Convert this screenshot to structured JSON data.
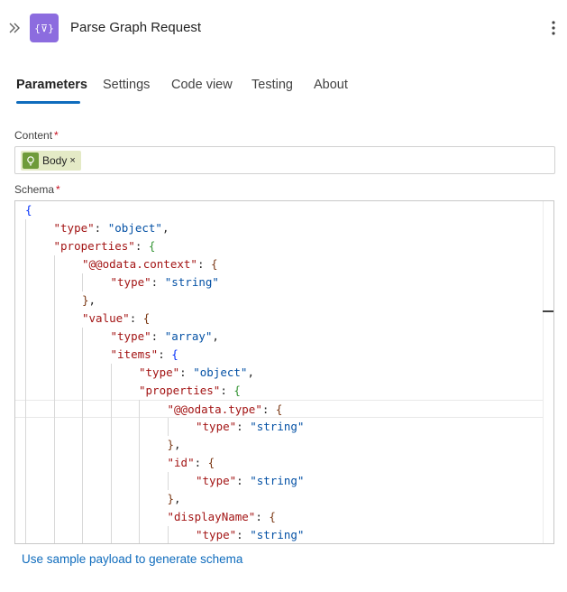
{
  "header": {
    "title": "Parse Graph Request",
    "icon": "parse-json-icon",
    "accent_color": "#8c6cdf"
  },
  "tabs": [
    {
      "label": "Parameters",
      "active": true
    },
    {
      "label": "Settings",
      "active": false
    },
    {
      "label": "Code view",
      "active": false
    },
    {
      "label": "Testing",
      "active": false
    },
    {
      "label": "About",
      "active": false
    }
  ],
  "content_field": {
    "label": "Content",
    "required_mark": "*",
    "token": {
      "label": "Body",
      "remove": "×",
      "icon": "trigger-icon",
      "color": "#6f9b3a"
    }
  },
  "schema_field": {
    "label": "Schema",
    "required_mark": "*",
    "current_line_index": 11,
    "lines": [
      {
        "indent": 0,
        "parts": [
          {
            "t": "{",
            "c": "t-b1"
          }
        ]
      },
      {
        "indent": 1,
        "parts": [
          {
            "t": "\"type\"",
            "c": "t-key"
          },
          {
            "t": ": ",
            "c": "t-p"
          },
          {
            "t": "\"object\"",
            "c": "t-str"
          },
          {
            "t": ",",
            "c": "t-p"
          }
        ]
      },
      {
        "indent": 1,
        "parts": [
          {
            "t": "\"properties\"",
            "c": "t-key"
          },
          {
            "t": ": ",
            "c": "t-p"
          },
          {
            "t": "{",
            "c": "t-b2"
          }
        ]
      },
      {
        "indent": 2,
        "parts": [
          {
            "t": "\"@@odata.context\"",
            "c": "t-key"
          },
          {
            "t": ": ",
            "c": "t-p"
          },
          {
            "t": "{",
            "c": "t-b3"
          }
        ]
      },
      {
        "indent": 3,
        "parts": [
          {
            "t": "\"type\"",
            "c": "t-key"
          },
          {
            "t": ": ",
            "c": "t-p"
          },
          {
            "t": "\"string\"",
            "c": "t-str"
          }
        ]
      },
      {
        "indent": 2,
        "parts": [
          {
            "t": "}",
            "c": "t-b3"
          },
          {
            "t": ",",
            "c": "t-p"
          }
        ]
      },
      {
        "indent": 2,
        "parts": [
          {
            "t": "\"value\"",
            "c": "t-key"
          },
          {
            "t": ": ",
            "c": "t-p"
          },
          {
            "t": "{",
            "c": "t-b3"
          }
        ]
      },
      {
        "indent": 3,
        "parts": [
          {
            "t": "\"type\"",
            "c": "t-key"
          },
          {
            "t": ": ",
            "c": "t-p"
          },
          {
            "t": "\"array\"",
            "c": "t-str"
          },
          {
            "t": ",",
            "c": "t-p"
          }
        ]
      },
      {
        "indent": 3,
        "parts": [
          {
            "t": "\"items\"",
            "c": "t-key"
          },
          {
            "t": ": ",
            "c": "t-p"
          },
          {
            "t": "{",
            "c": "t-b1"
          }
        ]
      },
      {
        "indent": 4,
        "parts": [
          {
            "t": "\"type\"",
            "c": "t-key"
          },
          {
            "t": ": ",
            "c": "t-p"
          },
          {
            "t": "\"object\"",
            "c": "t-str"
          },
          {
            "t": ",",
            "c": "t-p"
          }
        ]
      },
      {
        "indent": 4,
        "parts": [
          {
            "t": "\"properties\"",
            "c": "t-key"
          },
          {
            "t": ": ",
            "c": "t-p"
          },
          {
            "t": "{",
            "c": "t-b2"
          }
        ]
      },
      {
        "indent": 5,
        "parts": [
          {
            "t": "\"@@odata.type\"",
            "c": "t-key"
          },
          {
            "t": ": ",
            "c": "t-p"
          },
          {
            "t": "{",
            "c": "t-b3"
          }
        ]
      },
      {
        "indent": 6,
        "parts": [
          {
            "t": "\"type\"",
            "c": "t-key"
          },
          {
            "t": ": ",
            "c": "t-p"
          },
          {
            "t": "\"string\"",
            "c": "t-str"
          }
        ]
      },
      {
        "indent": 5,
        "parts": [
          {
            "t": "}",
            "c": "t-b3"
          },
          {
            "t": ",",
            "c": "t-p"
          }
        ]
      },
      {
        "indent": 5,
        "parts": [
          {
            "t": "\"id\"",
            "c": "t-key"
          },
          {
            "t": ": ",
            "c": "t-p"
          },
          {
            "t": "{",
            "c": "t-b3"
          }
        ]
      },
      {
        "indent": 6,
        "parts": [
          {
            "t": "\"type\"",
            "c": "t-key"
          },
          {
            "t": ": ",
            "c": "t-p"
          },
          {
            "t": "\"string\"",
            "c": "t-str"
          }
        ]
      },
      {
        "indent": 5,
        "parts": [
          {
            "t": "}",
            "c": "t-b3"
          },
          {
            "t": ",",
            "c": "t-p"
          }
        ]
      },
      {
        "indent": 5,
        "parts": [
          {
            "t": "\"displayName\"",
            "c": "t-key"
          },
          {
            "t": ": ",
            "c": "t-p"
          },
          {
            "t": "{",
            "c": "t-b3"
          }
        ]
      },
      {
        "indent": 6,
        "parts": [
          {
            "t": "\"type\"",
            "c": "t-key"
          },
          {
            "t": ": ",
            "c": "t-p"
          },
          {
            "t": "\"string\"",
            "c": "t-str"
          }
        ]
      }
    ]
  },
  "sample_link": "Use sample payload to generate schema"
}
